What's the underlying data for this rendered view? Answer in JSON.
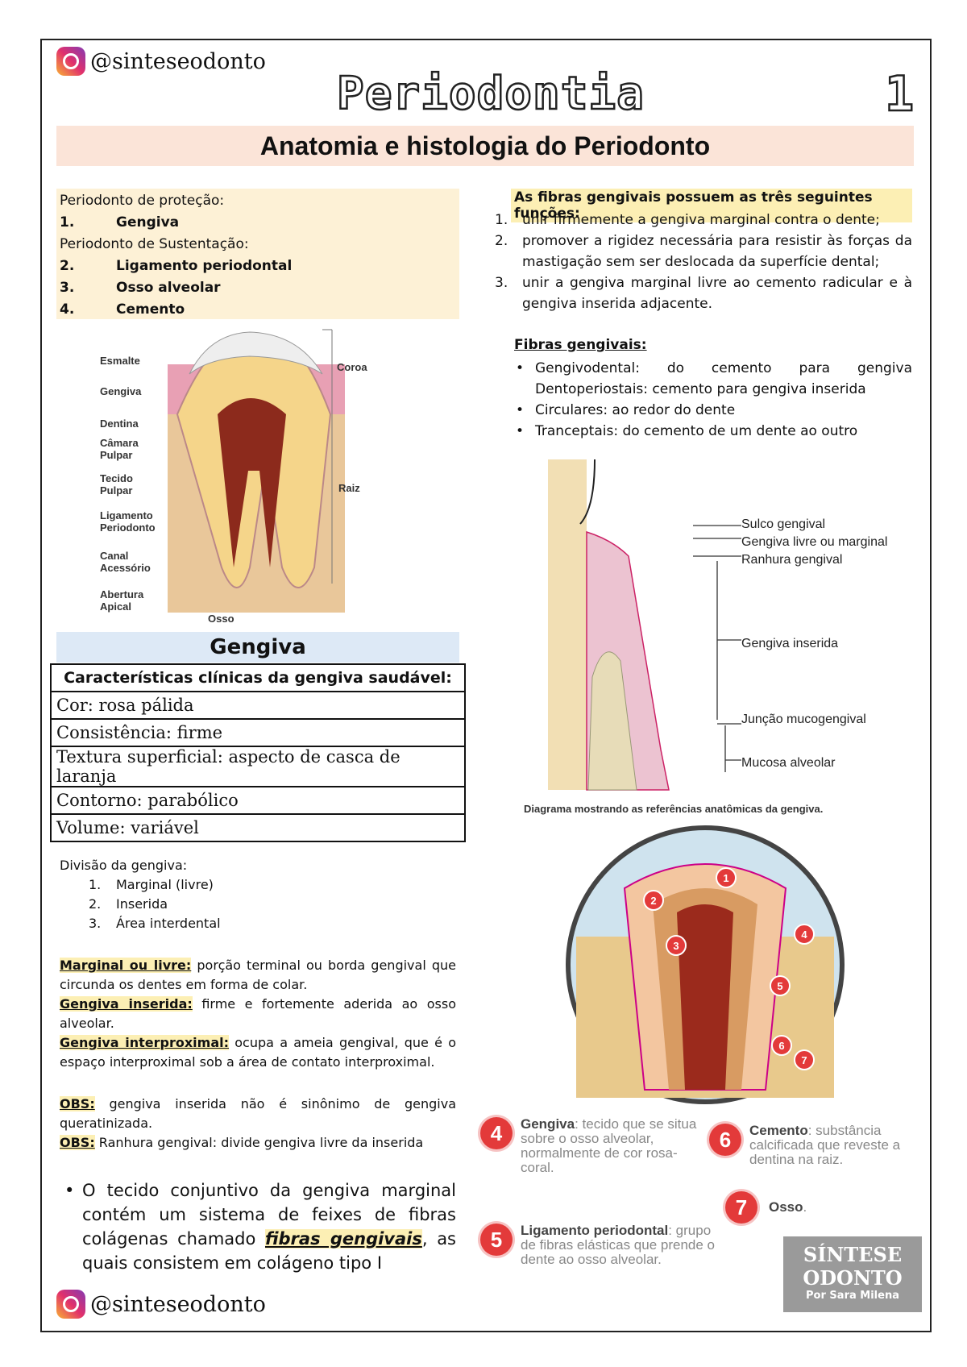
{
  "header": {
    "handle": "@sinteseodonto",
    "title": "Periodontia",
    "page_number": "1",
    "subtitle": "Anatomia e histologia do Periodonto"
  },
  "structure": {
    "protection_label": "Periodonto de proteção:",
    "protection_items": [
      {
        "num": "1.",
        "text": "Gengiva"
      }
    ],
    "support_label": "Periodonto de Sustentação:",
    "support_items": [
      {
        "num": "2.",
        "text": "Ligamento periodontal"
      },
      {
        "num": "3.",
        "text": "Osso alveolar"
      },
      {
        "num": "4.",
        "text": "Cemento"
      }
    ]
  },
  "tooth_diagram": {
    "labels": [
      "Esmalte",
      "Gengiva",
      "Dentina",
      "Câmara Pulpar",
      "Tecido Pulpar",
      "Ligamento Periodonto",
      "Canal Acessório",
      "Abertura Apical",
      "Osso"
    ],
    "coroa": "Coroa",
    "raiz": "Raiz"
  },
  "gengiva": {
    "heading": "Gengiva",
    "table_header": "Características clínicas da gengiva saudável:",
    "rows": [
      "Cor: rosa pálida",
      "Consistência: firme",
      "Textura superficial: aspecto de casca de laranja",
      "Contorno: parabólico",
      "Volume: variável"
    ],
    "division_label": "Divisão da gengiva:",
    "division_items": [
      {
        "num": "1.",
        "text": "Marginal (livre)"
      },
      {
        "num": "2.",
        "text": "Inserida"
      },
      {
        "num": "3.",
        "text": "Área interdental"
      }
    ],
    "defs": [
      {
        "term": "Marginal ou livre:",
        "text": " porção terminal ou borda gengival que circunda os dentes em forma de colar."
      },
      {
        "term": "Gengiva inserida:",
        "text": " firme e fortemente aderida ao osso alveolar."
      },
      {
        "term": "Gengiva interproximal:",
        "text": " ocupa a ameia gengival, que é o espaço interproximal sob a área de contato interproximal."
      }
    ],
    "obs": [
      {
        "term": "OBS:",
        "text": " gengiva inserida não é sinônimo de gengiva queratinizada."
      },
      {
        "term": "OBS:",
        "text": " Ranhura gengival: divide gengiva livre da inserida"
      }
    ],
    "bullet_pre": "O tecido conjuntivo da gengiva marginal contém um sistema de feixes de fibras colágenas chamado ",
    "bullet_term": "fibras gengivais",
    "bullet_post": ", as quais consistem em colágeno tipo I"
  },
  "fibras": {
    "heading": "As fibras gengivais possuem as três seguintes funções:",
    "functions": [
      {
        "num": "1.",
        "text": "unir firmemente a gengiva marginal contra o dente;"
      },
      {
        "num": "2.",
        "text": "promover a rigidez necessária para resistir às forças da mastigação sem ser deslocada da superfície dental;"
      },
      {
        "num": "3.",
        "text": "unir a gengiva marginal livre ao cemento radicular e à gengiva inserida adjacente."
      }
    ],
    "types_heading": "Fibras gengivais:",
    "types": [
      "Gengivodental: do cemento para gengiva Dentoperiostais: cemento para gengiva inserida",
      "Circulares: ao redor do dente",
      "Tranceptais: do cemento de um dente ao outro"
    ]
  },
  "gum_diagram": {
    "labels": [
      "Sulco gengival",
      "Gengiva livre ou marginal",
      "Ranhura gengival",
      "Gengiva inserida",
      "Junção mucogengival",
      "Mucosa alveolar"
    ],
    "caption": "Diagrama mostrando as referências anatômicas da gengiva."
  },
  "circle_diagram": {
    "markers": [
      "1",
      "2",
      "3",
      "4",
      "5",
      "6",
      "7"
    ],
    "legend": [
      {
        "num": "4",
        "term": "Gengiva",
        "text": ": tecido que se situa sobre o osso alveolar, normalmente de cor rosa-coral."
      },
      {
        "num": "6",
        "term": "Cemento",
        "text": ": substância calcificada que reveste a dentina na raiz."
      },
      {
        "num": "7",
        "term": "Osso",
        "text": "."
      },
      {
        "num": "5",
        "term": "Ligamento periodontal",
        "text": ": grupo de fibras elásticas que prende o dente ao osso alveolar."
      }
    ]
  },
  "badge": {
    "line1": "SÍNTESE",
    "line2": "ODONTO",
    "line3": "Por Sara Milena"
  },
  "colors": {
    "peach": "#fdf1d6",
    "subtitle_bg": "#fbe4d8",
    "gengiva_bg": "#dde9f6",
    "highlight": "#fcefb4",
    "marker_red": "#e33a3a"
  }
}
